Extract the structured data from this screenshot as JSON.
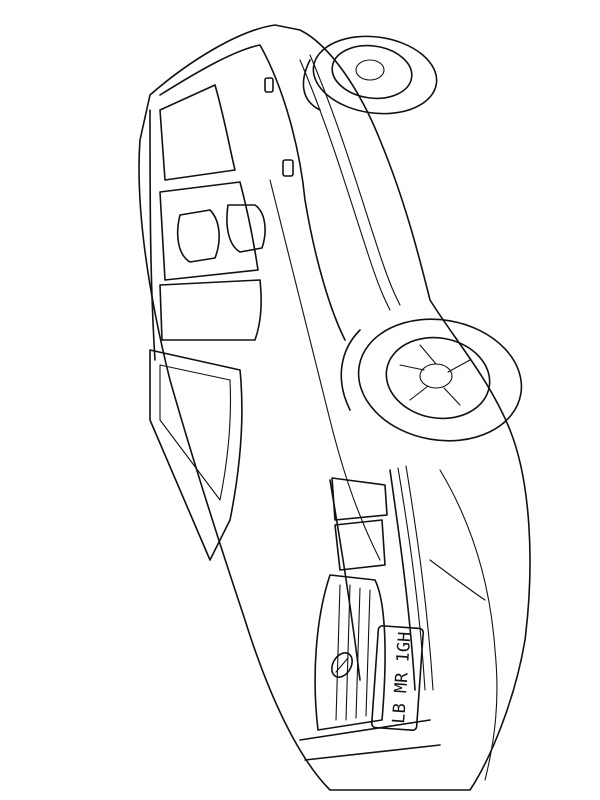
{
  "artwork": {
    "type": "coloring-page line art",
    "subject": "Opel station wagon, top-down angled view",
    "stroke_color": "#111111",
    "background_color": "#ffffff"
  },
  "license_plate": {
    "text": "LB MR 1GH",
    "parts": [
      "LB",
      "MR",
      "1GH"
    ]
  },
  "emblem": {
    "name": "opel-logo"
  }
}
